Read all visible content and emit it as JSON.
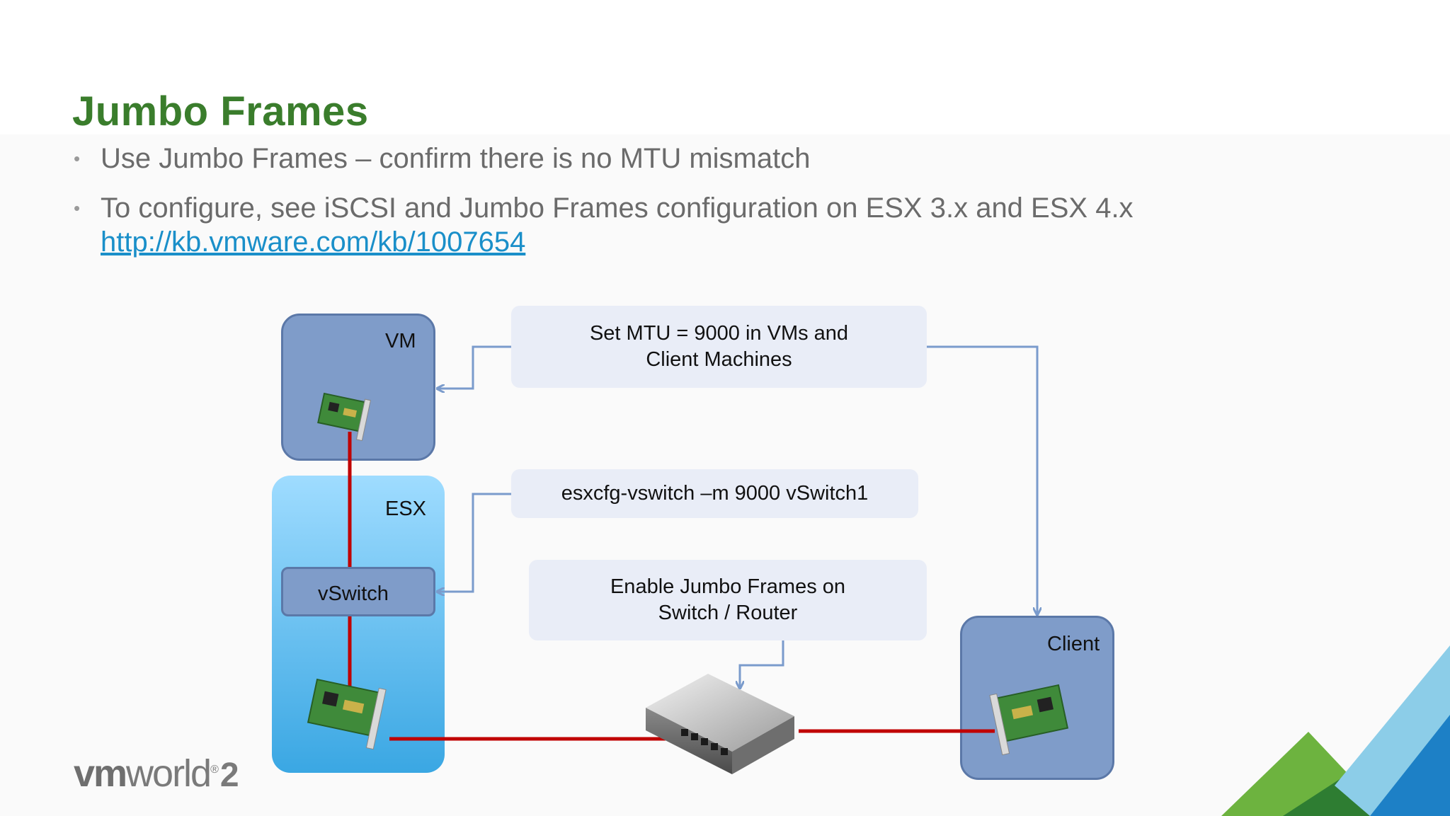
{
  "slide": {
    "title": "Jumbo Frames",
    "bullets": [
      {
        "text": "Use Jumbo Frames – confirm there is no MTU mismatch"
      },
      {
        "text": "To configure, see iSCSI and Jumbo Frames configuration on ESX 3.x and ESX 4.x",
        "link": "http://kb.vmware.com/kb/1007654"
      }
    ],
    "bullet_glyph": "•"
  },
  "diagram": {
    "nodes": {
      "vm": "VM",
      "esx": "ESX",
      "vswitch": "vSwitch",
      "client": "Client"
    },
    "callouts": {
      "mtu": "Set MTU = 9000 in VMs and\nClient Machines",
      "command": "esxcfg-vswitch –m 9000 vSwitch1",
      "switch": "Enable Jumbo Frames on\nSwitch / Router"
    },
    "icons": [
      "nic-card-icon",
      "network-switch-icon"
    ]
  },
  "footer": {
    "logo_vm": "vm",
    "logo_world": "world",
    "logo_mark": "®",
    "logo_year_fragment": "2"
  },
  "colors": {
    "title": "#3a7d2c",
    "bullet_text": "#6b6b6b",
    "link": "#1a8fc9",
    "node_fill": "#7f9cc9",
    "esx_gradient_top": "#9fdcff",
    "esx_gradient_bottom": "#3aa7e3",
    "callout_fill": "#e9edf7",
    "cable": "#c00000",
    "arrow": "#7a9bcc",
    "accent_green": "#6db33f",
    "accent_blue": "#1d80c6",
    "accent_light_blue": "#8ccde8"
  }
}
